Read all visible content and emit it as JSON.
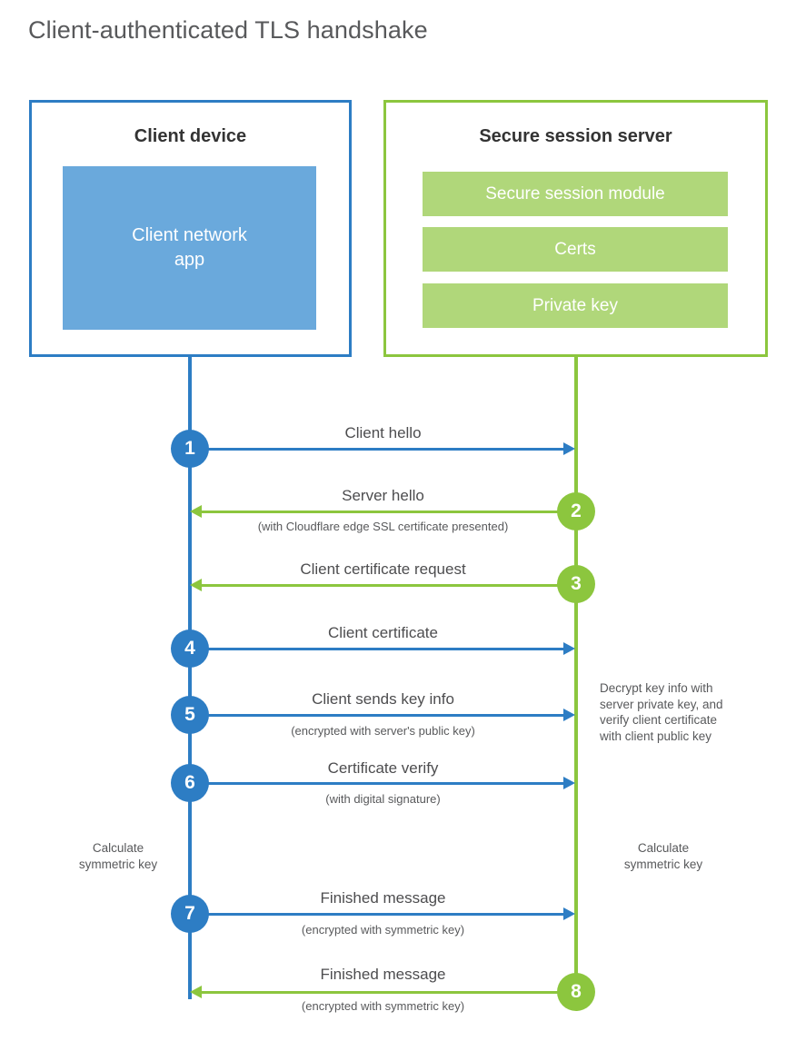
{
  "title": "Client-authenticated TLS handshake",
  "colors": {
    "blue": "#2d7dc4",
    "blue_fill": "#6aa9dc",
    "green": "#8cc63e",
    "green_fill": "#b0d77a",
    "text": "#4d4d4f",
    "title_text": "#58595b"
  },
  "client": {
    "title": "Client device",
    "app_label": "Client network\napp"
  },
  "server": {
    "title": "Secure session server",
    "bars": [
      {
        "label": "Secure session module"
      },
      {
        "label": "Certs"
      },
      {
        "label": "Private key"
      }
    ]
  },
  "steps": [
    {
      "number": "1",
      "label": "Client hello",
      "sub": "",
      "direction": "client-to-server",
      "color": "blue"
    },
    {
      "number": "2",
      "label": "Server hello",
      "sub": "(with Cloudflare edge SSL certificate presented)",
      "direction": "server-to-client",
      "color": "green"
    },
    {
      "number": "3",
      "label": "Client certificate request",
      "sub": "",
      "direction": "server-to-client",
      "color": "green"
    },
    {
      "number": "4",
      "label": "Client certificate",
      "sub": "",
      "direction": "client-to-server",
      "color": "blue"
    },
    {
      "number": "5",
      "label": "Client sends key info",
      "sub": "(encrypted with server's public key)",
      "direction": "client-to-server",
      "color": "blue"
    },
    {
      "number": "6",
      "label": "Certificate verify",
      "sub": "(with digital signature)",
      "direction": "client-to-server",
      "color": "blue"
    },
    {
      "number": "7",
      "label": "Finished message",
      "sub": "(encrypted with symmetric key)",
      "direction": "client-to-server",
      "color": "blue"
    },
    {
      "number": "8",
      "label": "Finished message",
      "sub": "(encrypted with symmetric key)",
      "direction": "server-to-client",
      "color": "green"
    }
  ],
  "annotations": {
    "server_decrypt": "Decrypt key info with\nserver private key, and\nverify client certificate\nwith client public key",
    "client_calc_key": "Calculate\nsymmetric key",
    "server_calc_key": "Calculate\nsymmetric key"
  }
}
